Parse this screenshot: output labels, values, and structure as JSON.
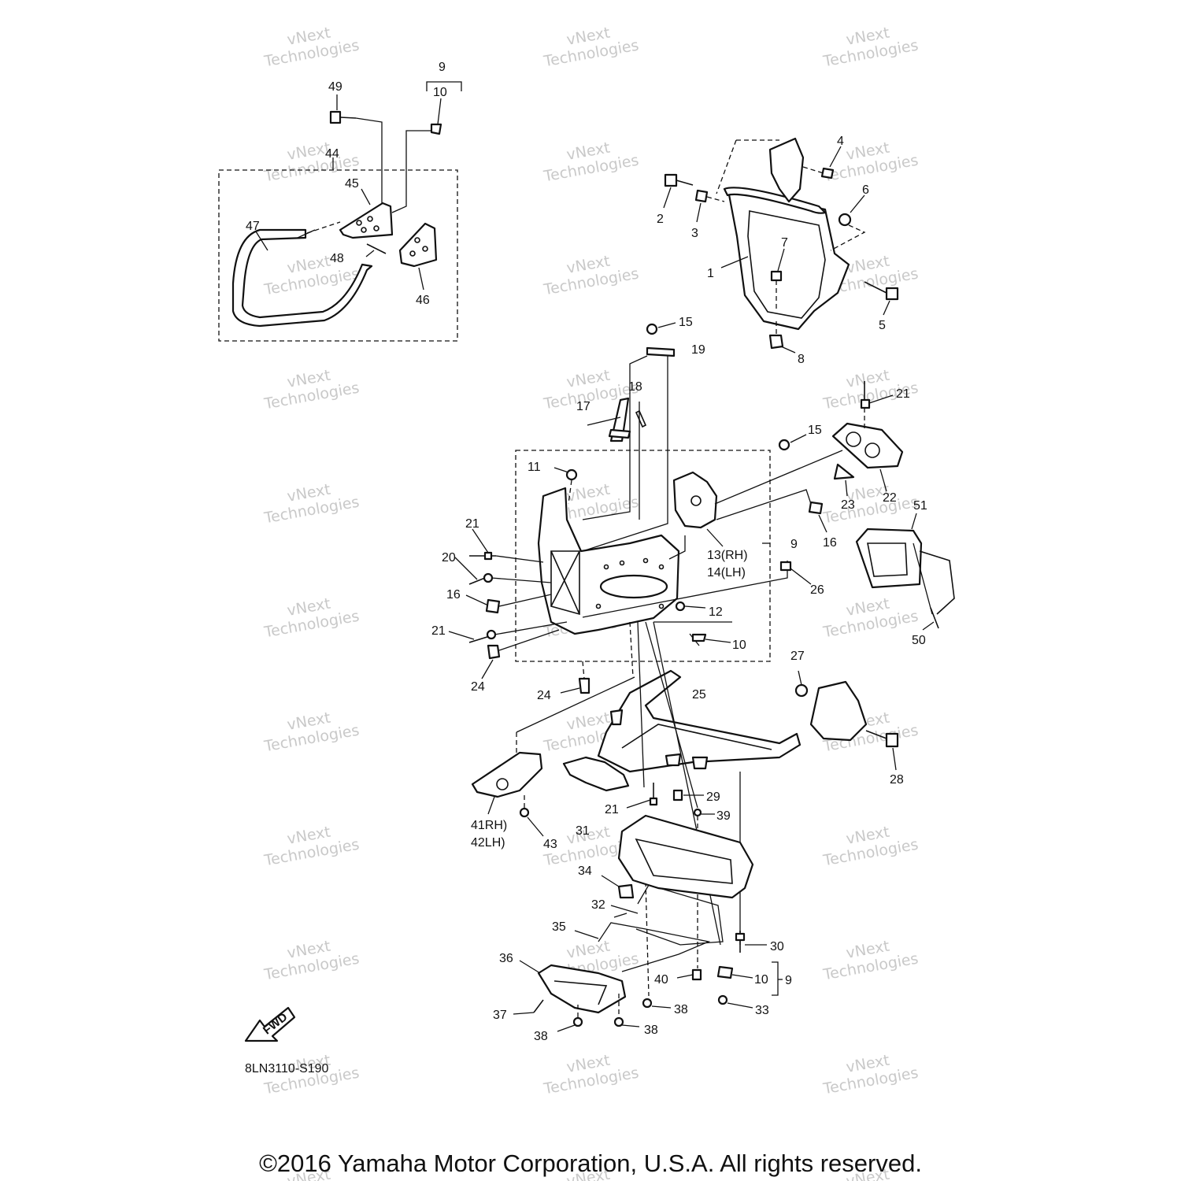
{
  "watermark": {
    "line1": "vNext",
    "line2": "Technologies"
  },
  "callouts": [
    {
      "id": "c49",
      "text": "49"
    },
    {
      "id": "c9a",
      "text": "9"
    },
    {
      "id": "c10a",
      "text": "10"
    },
    {
      "id": "c44",
      "text": "44"
    },
    {
      "id": "c45",
      "text": "45"
    },
    {
      "id": "c47",
      "text": "47"
    },
    {
      "id": "c48",
      "text": "48"
    },
    {
      "id": "c46",
      "text": "46"
    },
    {
      "id": "c4",
      "text": "4"
    },
    {
      "id": "c6",
      "text": "6"
    },
    {
      "id": "c2",
      "text": "2"
    },
    {
      "id": "c3",
      "text": "3"
    },
    {
      "id": "c7",
      "text": "7"
    },
    {
      "id": "c1",
      "text": "1"
    },
    {
      "id": "c5",
      "text": "5"
    },
    {
      "id": "c8",
      "text": "8"
    },
    {
      "id": "c15a",
      "text": "15"
    },
    {
      "id": "c19",
      "text": "19"
    },
    {
      "id": "c18",
      "text": "18"
    },
    {
      "id": "c17",
      "text": "17"
    },
    {
      "id": "c21a",
      "text": "21"
    },
    {
      "id": "c15b",
      "text": "15"
    },
    {
      "id": "c11",
      "text": "11"
    },
    {
      "id": "c23",
      "text": "23"
    },
    {
      "id": "c22",
      "text": "22"
    },
    {
      "id": "c16a",
      "text": "16"
    },
    {
      "id": "c51",
      "text": "51"
    },
    {
      "id": "c21b",
      "text": "21"
    },
    {
      "id": "c13",
      "text": "13(RH)"
    },
    {
      "id": "c14",
      "text": "14(LH)"
    },
    {
      "id": "c9b",
      "text": "9"
    },
    {
      "id": "c20",
      "text": "20"
    },
    {
      "id": "c16b",
      "text": "16"
    },
    {
      "id": "c26",
      "text": "26"
    },
    {
      "id": "c12",
      "text": "12"
    },
    {
      "id": "c21c",
      "text": "21"
    },
    {
      "id": "c10b",
      "text": "10"
    },
    {
      "id": "c50",
      "text": "50"
    },
    {
      "id": "c24a",
      "text": "24"
    },
    {
      "id": "c27",
      "text": "27"
    },
    {
      "id": "c24b",
      "text": "24"
    },
    {
      "id": "c25",
      "text": "25"
    },
    {
      "id": "c28",
      "text": "28"
    },
    {
      "id": "c21d",
      "text": "21"
    },
    {
      "id": "c29",
      "text": "29"
    },
    {
      "id": "c39",
      "text": "39"
    },
    {
      "id": "c41",
      "text": "41RH)"
    },
    {
      "id": "c42",
      "text": "42LH)"
    },
    {
      "id": "c43",
      "text": "43"
    },
    {
      "id": "c31",
      "text": "31"
    },
    {
      "id": "c34",
      "text": "34"
    },
    {
      "id": "c32",
      "text": "32"
    },
    {
      "id": "c35",
      "text": "35"
    },
    {
      "id": "c30",
      "text": "30"
    },
    {
      "id": "c36",
      "text": "36"
    },
    {
      "id": "c40",
      "text": "40"
    },
    {
      "id": "c10c",
      "text": "10"
    },
    {
      "id": "c9c",
      "text": "9"
    },
    {
      "id": "c38a",
      "text": "38"
    },
    {
      "id": "c33",
      "text": "33"
    },
    {
      "id": "c37",
      "text": "37"
    },
    {
      "id": "c38b",
      "text": "38"
    },
    {
      "id": "c38c",
      "text": "38"
    }
  ],
  "fwd_label": "FWD",
  "diagram_code": "8LN3110-S190",
  "copyright": "©2016 Yamaha Motor Corporation, U.S.A. All rights reserved."
}
